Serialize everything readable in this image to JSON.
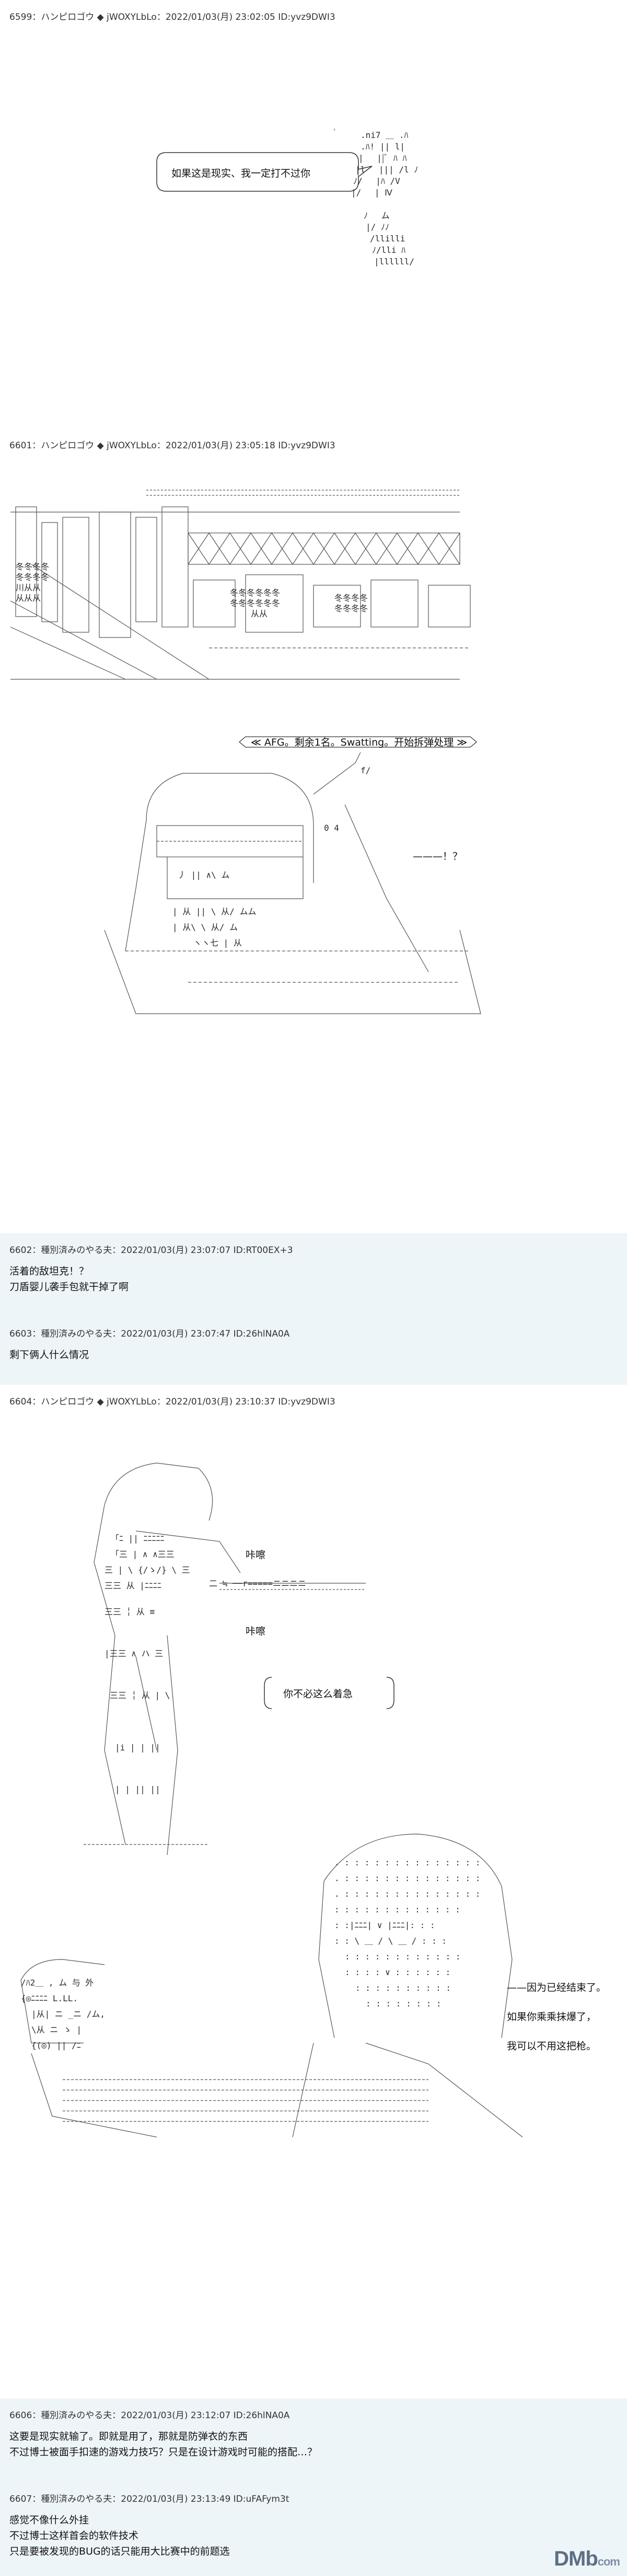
{
  "posts": [
    {
      "header": "6599：ハンピロゴウ ◆ jWOXYLbLo：2022/01/03(月) 23:02:05 ID:yvz9DWI3",
      "speech": [
        "如果这是现实、我一定打不过你"
      ]
    },
    {
      "header": "6601：ハンピロゴウ ◆ jWOXYLbLo：2022/01/03(月) 23:05:18 ID:yvz9DWI3",
      "speech": [
        "≪ AFG。剩余1名。Swatting。开始拆弹处理 ≫",
        "———！？"
      ]
    },
    {
      "header": "6602：種別済みのやる夫：2022/01/03(月) 23:07:07 ID:RT00EX+3",
      "lines": [
        "活着的敌坦克！？",
        "刀盾婴儿袭手包就干掉了啊"
      ]
    },
    {
      "header": "6603：種別済みのやる夫：2022/01/03(月) 23:07:47 ID:26hlNA0A",
      "lines": [
        "剩下俩人什么情况"
      ]
    },
    {
      "header": "6604：ハンピロゴウ ◆ jWOXYLbLo：2022/01/03(月) 23:10:37 ID:yvz9DWI3",
      "speech": [
        "咔嚓",
        "咔嚓",
        "你不必这么着急",
        "——因为已经结束了。",
        "如果你乘乘抹爆了，",
        "我可以不用这把枪。"
      ]
    },
    {
      "header": "6606：種別済みのやる夫：2022/01/03(月) 23:12:07 ID:26hlNA0A",
      "lines": [
        "这要是现实就输了。即就是用了，那就是防弹衣的东西",
        "不过博士被面手扣速的游戏力技巧？只是在设计游戏时可能的搭配…？"
      ]
    },
    {
      "header": "6607：種別済みのやる夫：2022/01/03(月) 23:13:49 ID:uFAFym3t",
      "lines": [
        "感觉不像什么外挂",
        "不过博士这样首会的软件技术",
        "只是要被发现的BUG的话只能用大比赛中的前题选"
      ]
    }
  ],
  "watermark": {
    "main": "DMb",
    "sub": "com"
  }
}
